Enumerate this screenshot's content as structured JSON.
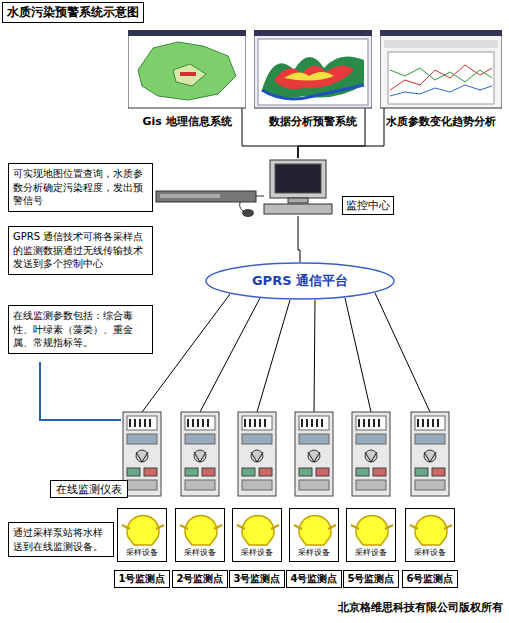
{
  "diagram": {
    "title": "水质污染预警系统示意图",
    "nodes": [
      {
        "text": [
          "Gis 地理信息系统"
        ]
      },
      {
        "text": [
          "数据分析预警系统"
        ]
      },
      {
        "text": [
          "水质参数变化趋势分析"
        ]
      },
      {
        "text": [
          "可实现地图位置查询，水质参数分析确定污染程度，发出预警信号"
        ]
      },
      {
        "text": [
          "监控中心"
        ]
      },
      {
        "text": [
          "GPRS 通信技术可将各采样点的监测数据通过无线传输技术发送到多个控制中心"
        ]
      },
      {
        "text": [
          "GPRS 通信平台"
        ]
      },
      {
        "text": [
          "在线监测参数包括：综合毒性、叶绿素（藻类）、重金属、常规指标等。"
        ]
      },
      {
        "text": [
          "在线监测仪表"
        ]
      },
      {
        "text": [
          "通过采样泵站将水样送到在线监测设备。"
        ]
      },
      {
        "text": [
          "采样设备"
        ]
      },
      {
        "text": [
          "采样设备"
        ]
      },
      {
        "text": [
          "采样设备"
        ]
      },
      {
        "text": [
          "采样设备"
        ]
      },
      {
        "text": [
          "采样设备"
        ]
      },
      {
        "text": [
          "采样设备"
        ]
      },
      {
        "text": [
          "1号监测点"
        ]
      },
      {
        "text": [
          "2号监测点"
        ]
      },
      {
        "text": [
          "3号监测点"
        ]
      },
      {
        "text": [
          "4号监测点"
        ]
      },
      {
        "text": [
          "5号监测点"
        ]
      },
      {
        "text": [
          "6号监测点"
        ]
      }
    ],
    "edges": [
      {
        "from": 0,
        "to": 4,
        "arrow": "none"
      },
      {
        "from": 1,
        "to": 4,
        "arrow": "none"
      },
      {
        "from": 2,
        "to": 4,
        "arrow": "none"
      },
      {
        "from": 4,
        "to": 6,
        "arrow": "none"
      }
    ],
    "labels": [
      "北京格维思科技有限公司版权所有"
    ]
  }
}
